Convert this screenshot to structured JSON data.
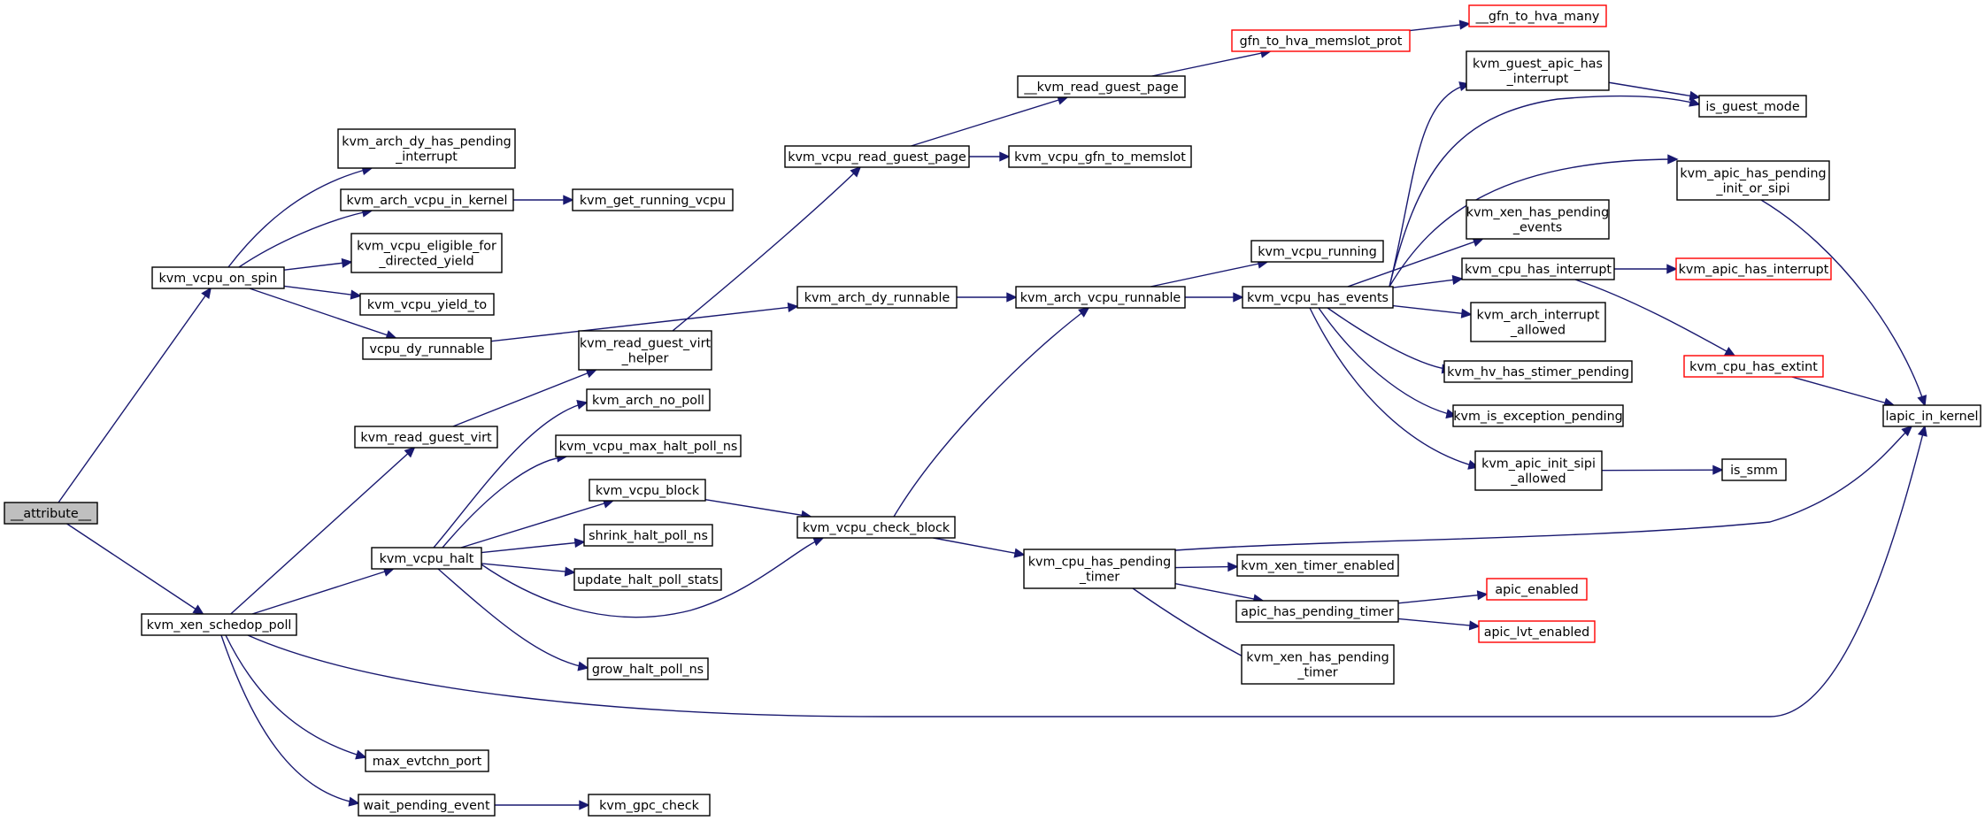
{
  "graph": {
    "colors": {
      "edge": "#191970",
      "node_border": "#000000",
      "truncated_border": "#ff0000",
      "root_fill": "#bfbfbf",
      "node_fill": "#ffffff"
    },
    "nodes": [
      {
        "id": "root",
        "lines": [
          "__attribute__"
        ],
        "root": true
      },
      {
        "id": "n_spin",
        "lines": [
          "kvm_vcpu_on_spin"
        ]
      },
      {
        "id": "n_dy_pending",
        "lines": [
          "kvm_arch_dy_has_pending",
          "_interrupt"
        ]
      },
      {
        "id": "n_in_kernel",
        "lines": [
          "kvm_arch_vcpu_in_kernel"
        ]
      },
      {
        "id": "n_get_running",
        "lines": [
          "kvm_get_running_vcpu"
        ]
      },
      {
        "id": "n_eligible",
        "lines": [
          "kvm_vcpu_eligible_for",
          "_directed_yield"
        ]
      },
      {
        "id": "n_yield_to",
        "lines": [
          "kvm_vcpu_yield_to"
        ]
      },
      {
        "id": "n_dy_runnable_v",
        "lines": [
          "vcpu_dy_runnable"
        ]
      },
      {
        "id": "n_schedop",
        "lines": [
          "kvm_xen_schedop_poll"
        ]
      },
      {
        "id": "n_read_virt",
        "lines": [
          "kvm_read_guest_virt"
        ]
      },
      {
        "id": "n_vcpu_halt",
        "lines": [
          "kvm_vcpu_halt"
        ]
      },
      {
        "id": "n_max_evt",
        "lines": [
          "max_evtchn_port"
        ]
      },
      {
        "id": "n_wait",
        "lines": [
          "wait_pending_event"
        ]
      },
      {
        "id": "n_gpc",
        "lines": [
          "kvm_gpc_check"
        ]
      },
      {
        "id": "n_read_virt_h",
        "lines": [
          "kvm_read_guest_virt",
          "_helper"
        ]
      },
      {
        "id": "n_no_poll",
        "lines": [
          "kvm_arch_no_poll"
        ]
      },
      {
        "id": "n_max_halt",
        "lines": [
          "kvm_vcpu_max_halt_poll_ns"
        ]
      },
      {
        "id": "n_block",
        "lines": [
          "kvm_vcpu_block"
        ]
      },
      {
        "id": "n_shrink",
        "lines": [
          "shrink_halt_poll_ns"
        ]
      },
      {
        "id": "n_update_halt",
        "lines": [
          "update_halt_poll_stats"
        ]
      },
      {
        "id": "n_grow",
        "lines": [
          "grow_halt_poll_ns"
        ]
      },
      {
        "id": "n_read_gpage",
        "lines": [
          "kvm_vcpu_read_guest_page"
        ]
      },
      {
        "id": "n_arch_dy",
        "lines": [
          "kvm_arch_dy_runnable"
        ]
      },
      {
        "id": "n_check_block",
        "lines": [
          "kvm_vcpu_check_block"
        ]
      },
      {
        "id": "n_kvm_read_gp",
        "lines": [
          "__kvm_read_guest_page"
        ]
      },
      {
        "id": "n_gfn_memslot",
        "lines": [
          "kvm_vcpu_gfn_to_memslot"
        ]
      },
      {
        "id": "n_arch_runnable",
        "lines": [
          "kvm_arch_vcpu_runnable"
        ]
      },
      {
        "id": "n_cpu_pending_timer",
        "lines": [
          "kvm_cpu_has_pending",
          "_timer"
        ]
      },
      {
        "id": "n_hva_prot",
        "lines": [
          "gfn_to_hva_memslot_prot"
        ],
        "truncated": true
      },
      {
        "id": "n_hva_many",
        "lines": [
          "__gfn_to_hva_many"
        ],
        "truncated": true
      },
      {
        "id": "n_vcpu_running",
        "lines": [
          "kvm_vcpu_running"
        ]
      },
      {
        "id": "n_has_events",
        "lines": [
          "kvm_vcpu_has_events"
        ]
      },
      {
        "id": "n_xen_timer_en",
        "lines": [
          "kvm_xen_timer_enabled"
        ]
      },
      {
        "id": "n_apic_pending_timer",
        "lines": [
          "apic_has_pending_timer"
        ]
      },
      {
        "id": "n_xen_pending_timer",
        "lines": [
          "kvm_xen_has_pending",
          "_timer"
        ]
      },
      {
        "id": "n_guest_apic",
        "lines": [
          "kvm_guest_apic_has",
          "_interrupt"
        ]
      },
      {
        "id": "n_xen_pending_ev",
        "lines": [
          "kvm_xen_has_pending",
          "_events"
        ]
      },
      {
        "id": "n_cpu_interrupt",
        "lines": [
          "kvm_cpu_has_interrupt"
        ]
      },
      {
        "id": "n_arch_int_allowed",
        "lines": [
          "kvm_arch_interrupt",
          "_allowed"
        ]
      },
      {
        "id": "n_hv_stimer",
        "lines": [
          "kvm_hv_has_stimer_pending"
        ]
      },
      {
        "id": "n_exception",
        "lines": [
          "kvm_is_exception_pending"
        ]
      },
      {
        "id": "n_init_sipi",
        "lines": [
          "kvm_apic_init_sipi",
          "_allowed"
        ]
      },
      {
        "id": "n_apic_enabled",
        "lines": [
          "apic_enabled"
        ],
        "truncated": true
      },
      {
        "id": "n_lvt_enabled",
        "lines": [
          "apic_lvt_enabled"
        ],
        "truncated": true
      },
      {
        "id": "n_is_guest",
        "lines": [
          "is_guest_mode"
        ]
      },
      {
        "id": "n_apic_pend_init",
        "lines": [
          "kvm_apic_has_pending",
          "_init_or_sipi"
        ]
      },
      {
        "id": "n_apic_has_int",
        "lines": [
          "kvm_apic_has_interrupt"
        ],
        "truncated": true
      },
      {
        "id": "n_extint",
        "lines": [
          "kvm_cpu_has_extint"
        ],
        "truncated": true
      },
      {
        "id": "n_is_smm",
        "lines": [
          "is_smm"
        ]
      },
      {
        "id": "n_lapic",
        "lines": [
          "lapic_in_kernel"
        ]
      }
    ],
    "edges": [
      {
        "from": "root",
        "to": "n_spin"
      },
      {
        "from": "root",
        "to": "n_schedop"
      },
      {
        "from": "n_spin",
        "to": "n_dy_pending"
      },
      {
        "from": "n_spin",
        "to": "n_in_kernel"
      },
      {
        "from": "n_spin",
        "to": "n_eligible"
      },
      {
        "from": "n_spin",
        "to": "n_yield_to"
      },
      {
        "from": "n_spin",
        "to": "n_dy_runnable_v"
      },
      {
        "from": "n_in_kernel",
        "to": "n_get_running"
      },
      {
        "from": "n_dy_runnable_v",
        "to": "n_arch_dy"
      },
      {
        "from": "n_schedop",
        "to": "n_read_virt"
      },
      {
        "from": "n_schedop",
        "to": "n_vcpu_halt"
      },
      {
        "from": "n_schedop",
        "to": "n_max_evt"
      },
      {
        "from": "n_schedop",
        "to": "n_wait"
      },
      {
        "from": "n_schedop",
        "to": "n_lapic"
      },
      {
        "from": "n_wait",
        "to": "n_gpc"
      },
      {
        "from": "n_read_virt",
        "to": "n_read_virt_h"
      },
      {
        "from": "n_read_virt_h",
        "to": "n_read_gpage"
      },
      {
        "from": "n_vcpu_halt",
        "to": "n_no_poll"
      },
      {
        "from": "n_vcpu_halt",
        "to": "n_max_halt"
      },
      {
        "from": "n_vcpu_halt",
        "to": "n_block"
      },
      {
        "from": "n_vcpu_halt",
        "to": "n_shrink"
      },
      {
        "from": "n_vcpu_halt",
        "to": "n_update_halt"
      },
      {
        "from": "n_vcpu_halt",
        "to": "n_grow"
      },
      {
        "from": "n_vcpu_halt",
        "to": "n_check_block"
      },
      {
        "from": "n_block",
        "to": "n_check_block"
      },
      {
        "from": "n_read_gpage",
        "to": "n_kvm_read_gp"
      },
      {
        "from": "n_read_gpage",
        "to": "n_gfn_memslot"
      },
      {
        "from": "n_kvm_read_gp",
        "to": "n_hva_prot"
      },
      {
        "from": "n_hva_prot",
        "to": "n_hva_many"
      },
      {
        "from": "n_arch_dy",
        "to": "n_arch_runnable"
      },
      {
        "from": "n_check_block",
        "to": "n_arch_runnable"
      },
      {
        "from": "n_check_block",
        "to": "n_cpu_pending_timer"
      },
      {
        "from": "n_arch_runnable",
        "to": "n_vcpu_running"
      },
      {
        "from": "n_arch_runnable",
        "to": "n_has_events"
      },
      {
        "from": "n_cpu_pending_timer",
        "to": "n_xen_timer_en"
      },
      {
        "from": "n_cpu_pending_timer",
        "to": "n_apic_pending_timer"
      },
      {
        "from": "n_cpu_pending_timer",
        "to": "n_xen_pending_timer"
      },
      {
        "from": "n_cpu_pending_timer",
        "to": "n_lapic"
      },
      {
        "from": "n_apic_pending_timer",
        "to": "n_apic_enabled"
      },
      {
        "from": "n_apic_pending_timer",
        "to": "n_lvt_enabled"
      },
      {
        "from": "n_has_events",
        "to": "n_guest_apic"
      },
      {
        "from": "n_has_events",
        "to": "n_is_guest"
      },
      {
        "from": "n_has_events",
        "to": "n_apic_pend_init"
      },
      {
        "from": "n_has_events",
        "to": "n_xen_pending_ev"
      },
      {
        "from": "n_has_events",
        "to": "n_cpu_interrupt"
      },
      {
        "from": "n_has_events",
        "to": "n_arch_int_allowed"
      },
      {
        "from": "n_has_events",
        "to": "n_hv_stimer"
      },
      {
        "from": "n_has_events",
        "to": "n_exception"
      },
      {
        "from": "n_has_events",
        "to": "n_init_sipi"
      },
      {
        "from": "n_guest_apic",
        "to": "n_is_guest"
      },
      {
        "from": "n_cpu_interrupt",
        "to": "n_apic_has_int"
      },
      {
        "from": "n_cpu_interrupt",
        "to": "n_extint"
      },
      {
        "from": "n_apic_pend_init",
        "to": "n_lapic"
      },
      {
        "from": "n_extint",
        "to": "n_lapic"
      },
      {
        "from": "n_init_sipi",
        "to": "n_is_smm"
      }
    ]
  }
}
